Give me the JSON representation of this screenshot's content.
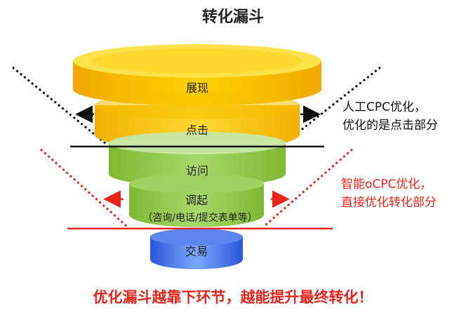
{
  "title": "转化漏斗",
  "stages": [
    {
      "id": "show",
      "label": "展现",
      "color": "#f4b400"
    },
    {
      "id": "click",
      "label": "点击",
      "color": "#f7c400"
    },
    {
      "id": "visit",
      "label": "访问",
      "color": "#8cc63f"
    },
    {
      "id": "invoke",
      "label": "调起",
      "sublabel": "（咨询/电话/提交表单等）",
      "color": "#8cc63f"
    },
    {
      "id": "deal",
      "label": "交易",
      "color": "#3f6fe8"
    }
  ],
  "notes": {
    "manual_cpc": [
      "人工CPC优化，",
      "优化的是点击部分"
    ],
    "smart_ocpc": [
      "智能oCPC优化，",
      "直接优化转化部分"
    ]
  },
  "footer": "优化漏斗越靠下环节，越能提升最终转化！",
  "colors": {
    "manual_line": "#111111",
    "smart_line": "#e8241c"
  }
}
